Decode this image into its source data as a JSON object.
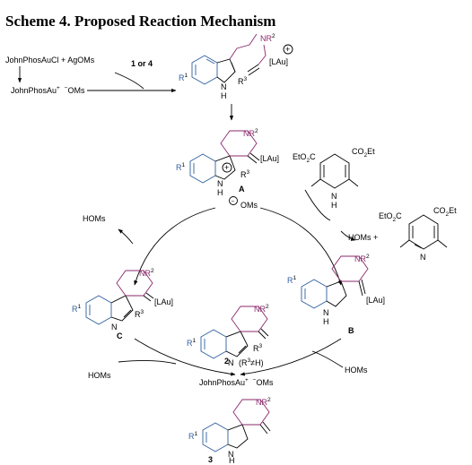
{
  "title": "Scheme 4. Proposed Reaction Mechanism",
  "pre": {
    "reagents": "JohnPhosAuCl + AgOMs",
    "cation": "JohnPhosAu",
    "anion": "OMs",
    "plus": "+",
    "minus": "−",
    "conditions": "1 or 4"
  },
  "labels": {
    "R1": "R",
    "sup1": "1",
    "R2": "R",
    "sup2": "2",
    "R3": "R",
    "sup3": "3",
    "NR": "NR",
    "N": "N",
    "H": "H",
    "LAu": "[LAu]",
    "OMs": "OMs",
    "plus": "+",
    "minus": "−"
  },
  "compounds": {
    "A": "A",
    "B": "B",
    "C": "C",
    "two": "2",
    "three": "3",
    "two_note": "(R",
    "two_note_b": "≠H)"
  },
  "cycle": {
    "HOMs_left": "HOMs",
    "HOMs_right": "HOMs +",
    "HOMs_bottom_left": "HOMs",
    "HOMs_bottom_right": "HOMs",
    "center": "JohnPhosAu",
    "center_anion": "OMs",
    "hantzsch_ester": "EtO",
    "ester_a": "C",
    "ester_sub2": "2",
    "ester_b": "CO",
    "ester_et": "Et"
  }
}
